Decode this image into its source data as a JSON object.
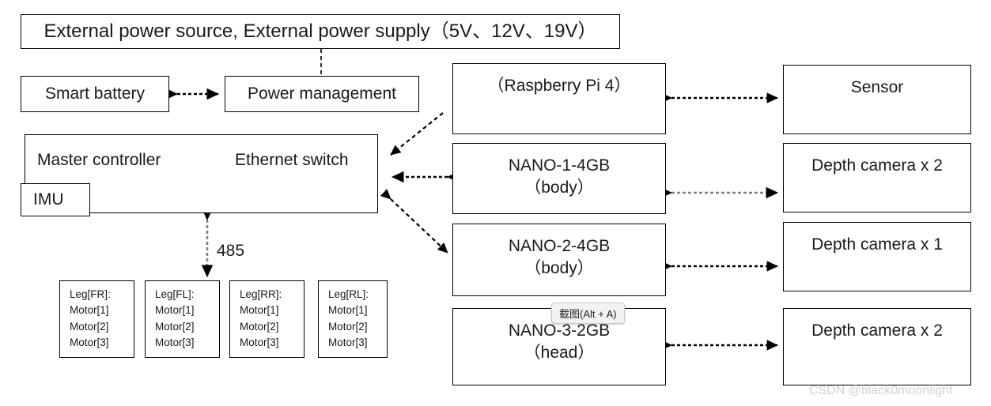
{
  "diagram": {
    "title_box": {
      "label": "External power source, External power supply（5V、12V、19V）"
    },
    "power": {
      "battery": "Smart battery",
      "management": "Power management"
    },
    "controller": {
      "master": "Master controller",
      "ethernet": "Ethernet switch",
      "imu": "IMU",
      "bus_label": "485"
    },
    "legs": [
      {
        "title": "Leg[FR]:",
        "motors": [
          "Motor[1]",
          "Motor[2]",
          "Motor[3]"
        ]
      },
      {
        "title": "Leg[FL]:",
        "motors": [
          "Motor[1]",
          "Motor[2]",
          "Motor[3]"
        ]
      },
      {
        "title": "Leg[RR]:",
        "motors": [
          "Motor[1]",
          "Motor[2]",
          "Motor[3]"
        ]
      },
      {
        "title": "Leg[RL]:",
        "motors": [
          "Motor[1]",
          "Motor[2]",
          "Motor[3]"
        ]
      }
    ],
    "compute": [
      {
        "line1": "（Raspberry Pi 4）",
        "line2": ""
      },
      {
        "line1": "NANO-1-4GB",
        "line2": "（body）"
      },
      {
        "line1": "NANO-2-4GB",
        "line2": "（body）"
      },
      {
        "line1": "NANO-3-2GB",
        "line2": "（head）"
      }
    ],
    "peripherals": [
      {
        "label": "Sensor"
      },
      {
        "label": "Depth camera x 2"
      },
      {
        "label": "Depth camera x 1"
      },
      {
        "label": "Depth camera x 2"
      }
    ]
  },
  "overlay": {
    "tooltip": "截图(Alt + A)",
    "watermark": "CSDN @black0moonlight"
  },
  "colors": {
    "stroke": "#000000",
    "text": "#1a1a1a",
    "watermark": "#d2d2d2",
    "tooltip_bg": "#f2f2f2"
  }
}
